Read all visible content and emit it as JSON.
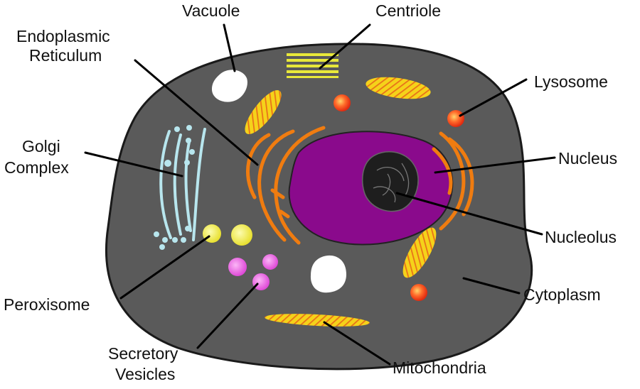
{
  "labels": {
    "vacuole": "Vacuole",
    "centriole": "Centriole",
    "er_line1": "Endoplasmic",
    "er_line2": "Reticulum",
    "lysosome": "Lysosome",
    "golgi_line1": "Golgi",
    "golgi_line2": "Complex",
    "nucleus": "Nucleus",
    "nucleolus": "Nucleolus",
    "peroxisome": "Peroxisome",
    "cytoplasm": "Cytoplasm",
    "secretory_line1": "Secretory",
    "secretory_line2": "Vesicles",
    "mitochondria": "Mitochondria"
  },
  "colors": {
    "cytoplasm": "#5a5a5a",
    "nucleus": "#8a0a8c",
    "nucleolus": "#1e1e1e",
    "er": "#f07c10",
    "golgi": "#b8e6ee",
    "mito_fill": "#f5d21a",
    "mito_stripe": "#e8701a",
    "lysosome": "#ff5a2a",
    "peroxisome": "#f2f04a",
    "secretory": "#ec6ae8",
    "vacuole": "#ffffff",
    "centriole": "#e8e83a",
    "leader": "#000000"
  }
}
